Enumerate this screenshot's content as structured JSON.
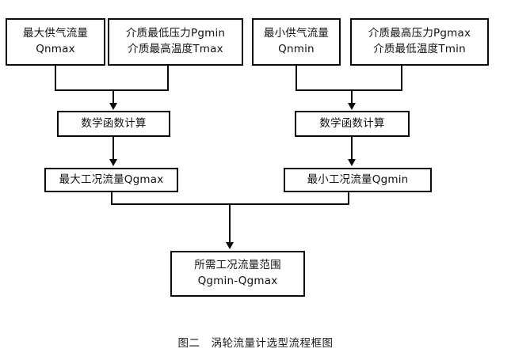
{
  "diagram": {
    "type": "flowchart",
    "title": "涡轮流量计选型流程框图",
    "caption": "图二　涡轮流量计选型流程框图",
    "colors": {
      "background": "#ffffff",
      "stroke": "#0a0a0a",
      "text": "#111111"
    },
    "nodes": {
      "max_supply_flow": {
        "line1": "最大供气流量",
        "line2": "Qnmax"
      },
      "min_pressure_max_temp": {
        "line1": "介质最低压力Pgmin",
        "line2": "介质最高温度Tmax"
      },
      "min_supply_flow": {
        "line1": "最小供气流量",
        "line2": "Qnmin"
      },
      "max_pressure_min_temp": {
        "line1": "介质最高压力Pgmax",
        "line2": "介质最低温度Tmin"
      },
      "math_calc_left": {
        "line1": "数学函数计算"
      },
      "math_calc_right": {
        "line1": "数学函数计算"
      },
      "max_working_flow": {
        "line1": "最大工况流量Qgmax"
      },
      "min_working_flow": {
        "line1": "最小工况流量Qgmin"
      },
      "required_flow_range": {
        "line1": "所需工况流量范围",
        "line2": "Qgmin-Qgmax"
      }
    }
  }
}
